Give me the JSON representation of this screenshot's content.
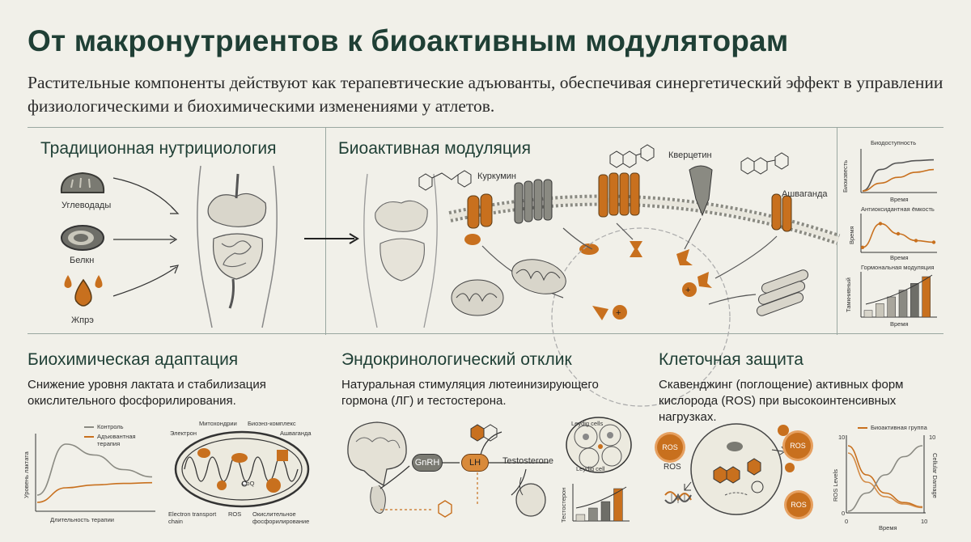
{
  "header": {
    "title": "От макронутриентов к биоактивным модуляторам",
    "subtitle": "Растительные компоненты действуют как терапевтические адъюванты, обеспечивая синергетический эффект в управлении физиологическими и биохимическими изменениями у атлетов."
  },
  "traditional": {
    "heading": "Традиционная нутрициология",
    "items": [
      "Углеводады",
      "Белкн",
      "Жпрэ"
    ]
  },
  "bioactive": {
    "heading": "Биоактивная модуляция",
    "compounds": [
      "Куркумин",
      "Кверцетин",
      "Ашваганда"
    ],
    "mini_charts": [
      {
        "title": "Биодоступность",
        "ylabel": "Биоизвесть",
        "xlabel": "Время"
      },
      {
        "title": "Антиоксидантная ёмкость",
        "ylabel": "Время",
        "xlabel": "Время"
      },
      {
        "title": "Гормональная модуляция",
        "ylabel": "Тамкнивный",
        "xlabel": "Время"
      }
    ]
  },
  "biochem": {
    "heading": "Биохимическая адаптация",
    "desc": "Снижение уровня лактата и стабилизация окислительного фосфорилирования.",
    "legend": [
      "Контроль",
      "Адъювантная терапия"
    ],
    "ylabel": "Уровень лактата",
    "xlabel": "Длительность терапии",
    "mito_labels": [
      "Электрон",
      "Митохондрии",
      "Биоэнз-комплекс",
      "Ашваганда",
      "Electron transport chain",
      "ROS",
      "Окислительное фосфорилирование",
      "CoQ"
    ]
  },
  "endocrine": {
    "heading": "Эндокринологический отклик",
    "desc": "Натуральная стимуляция лютеинизирующего гормона (ЛГ) и тестостерона.",
    "nodes": [
      "GnRH",
      "LH",
      "Testosterone"
    ],
    "cell_labels": [
      "Leydig cells",
      "Leydig cell"
    ],
    "chart_ylabel": "Тестостерон"
  },
  "protection": {
    "heading": "Клеточная защита",
    "desc": "Скавенджинг (поглощение) активных форм кислорода (ROS) при высокоинтенсивных нагрузках.",
    "ros": [
      "ROS",
      "ROS",
      "ROS",
      "ROS"
    ],
    "ros_caption": "ROS",
    "legend": "Биоактивная группа",
    "ylabel_left": "ROS Levels",
    "ylabel_right": "Cellular Damage",
    "xlabel": "Время",
    "tick_labels": [
      "10",
      "10",
      "0",
      "0",
      "10"
    ]
  },
  "chart_data": [
    {
      "type": "line",
      "title": "Биодоступность",
      "xlabel": "Время",
      "ylabel": "Биоизвесть",
      "series": [
        {
          "values": [
            0,
            0.55,
            0.72,
            0.78,
            0.8
          ]
        },
        {
          "values": [
            0,
            0.2,
            0.35,
            0.48,
            0.55
          ]
        }
      ]
    },
    {
      "type": "line",
      "title": "Антиоксидантная ёмкость",
      "xlabel": "Время",
      "ylabel": "Время",
      "series": [
        {
          "values": [
            0.1,
            0.8,
            0.5,
            0.3,
            0.25
          ]
        }
      ]
    },
    {
      "type": "bar",
      "title": "Гормональная модуляция",
      "xlabel": "Время",
      "ylabel": "Тамкнивный",
      "values": [
        1,
        2,
        3,
        4,
        5,
        6
      ]
    },
    {
      "type": "line",
      "xlabel": "Длительность терапии",
      "ylabel": "Уровень лактата",
      "series": [
        {
          "name": "Контроль",
          "values": [
            0.2,
            0.9,
            0.75,
            0.55,
            0.45
          ]
        },
        {
          "name": "Адъювантная терапия",
          "values": [
            0.1,
            0.3,
            0.34,
            0.36,
            0.37
          ]
        }
      ]
    },
    {
      "type": "bar",
      "ylabel": "Тестостерон",
      "values": [
        1,
        2,
        3,
        5
      ]
    },
    {
      "type": "line",
      "xlabel": "Время",
      "ylabel": "ROS Levels",
      "series": [
        {
          "name": "Биоактивная группа",
          "values": [
            9,
            5,
            2.5,
            1.2,
            0.6
          ]
        },
        {
          "values": [
            0,
            2.5,
            5,
            7.5,
            9
          ]
        },
        {
          "values": [
            8,
            4,
            2,
            1,
            0.5
          ]
        }
      ]
    }
  ]
}
